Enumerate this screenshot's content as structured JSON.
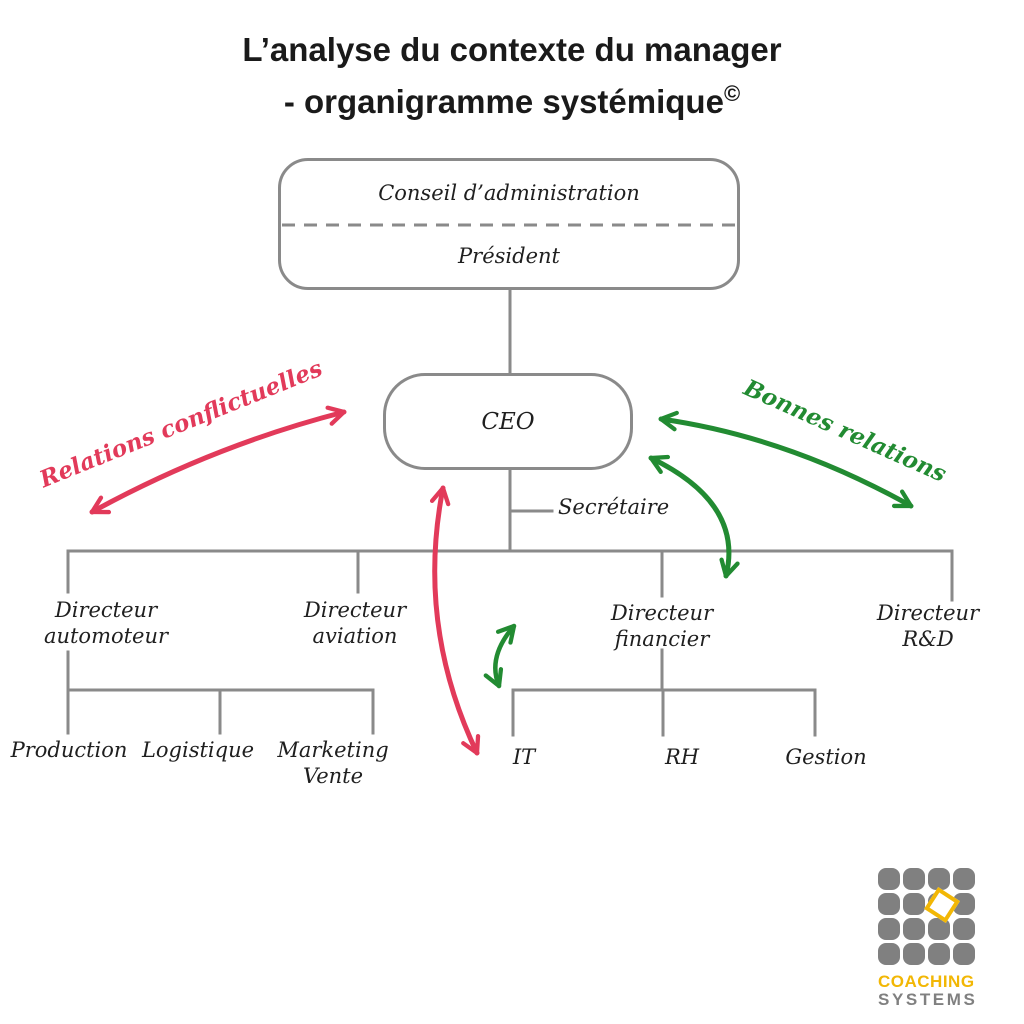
{
  "colors": {
    "line_gray": "#8a8a8a",
    "text_dark": "#1f1f1f",
    "red": "#e23a5a",
    "green": "#228b32",
    "logo_gray": "#808080",
    "logo_yellow": "#f2b705"
  },
  "title": {
    "line1": "L’analyse du contexte du manager",
    "line2": "- organigramme systémique",
    "copyright": "©"
  },
  "org": {
    "board": {
      "label": "Conseil d’administration"
    },
    "president": {
      "label": "Président"
    },
    "ceo": {
      "label": "CEO"
    },
    "secretary": {
      "label": "Secrétaire"
    },
    "directors": {
      "automotive": {
        "label": "Directeur\nautomoteur"
      },
      "aviation": {
        "label": "Directeur\naviation"
      },
      "finance": {
        "label": "Directeur\nfinancier"
      },
      "rd": {
        "label": "Directeur\nR&D"
      }
    },
    "automotive_units": {
      "production": "Production",
      "logistics": "Logistique",
      "marketing": "Marketing\nVente"
    },
    "finance_units": {
      "it": "IT",
      "hr": "RH",
      "management": "Gestion"
    }
  },
  "annotations": {
    "conflict": {
      "label": "Relations conflictuelles"
    },
    "good": {
      "label": "Bonnes relations"
    }
  },
  "logo": {
    "line1": "COACHING",
    "line2": "SYSTEMS"
  }
}
